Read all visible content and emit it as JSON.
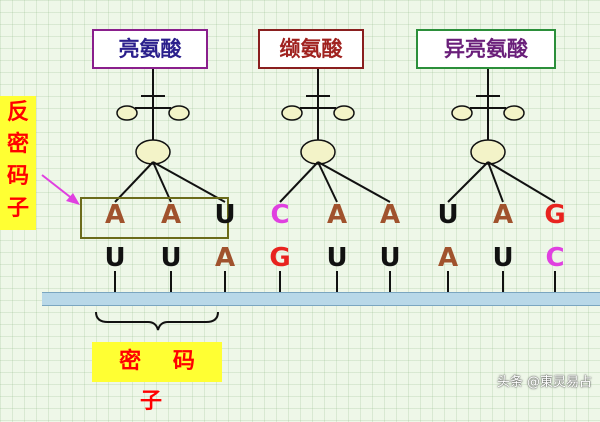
{
  "amino_acids": [
    {
      "label": "亮氨酸",
      "border_color": "#8a1f8c",
      "text_color": "#2a1f8c"
    },
    {
      "label": "缬氨酸",
      "border_color": "#8a1f1f",
      "text_color": "#a0221f"
    },
    {
      "label": "异亮氨酸",
      "border_color": "#2b8f3a",
      "text_color": "#6a1f7a"
    }
  ],
  "anticodon_label": "反密码子",
  "codon_label": "密 码 子",
  "anticodon_bases": [
    "A",
    "A",
    "U",
    "C",
    "A",
    "A",
    "U",
    "A",
    "G"
  ],
  "codon_bases": [
    "U",
    "U",
    "A",
    "G",
    "U",
    "U",
    "A",
    "U",
    "C"
  ],
  "watermark": "头条 @東灵易占",
  "colors": {
    "A": "#a0522d",
    "U": "#111111",
    "C": "#e040e0",
    "G": "#e8231f",
    "highlight": "#ffff33"
  }
}
